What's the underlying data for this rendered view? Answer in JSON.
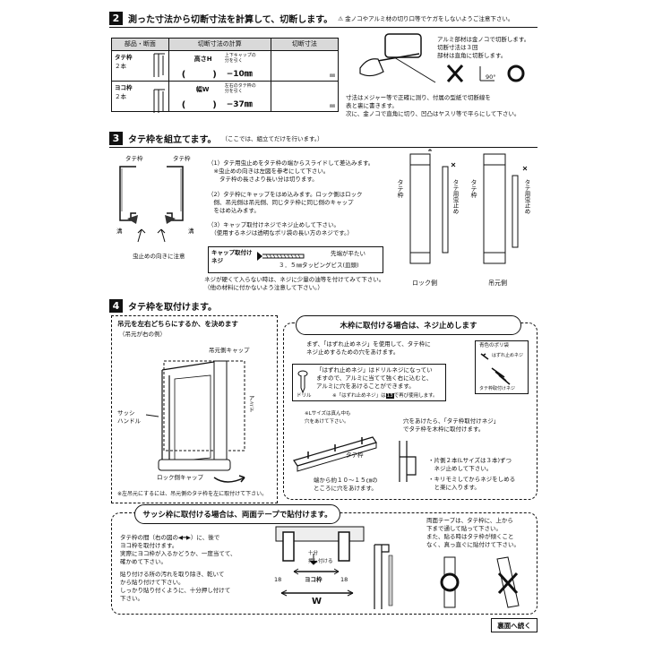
{
  "s2": {
    "num": "2",
    "title": "測った寸法から切断寸法を計算して、切断します。",
    "note": "⚠ 金ノコやアルミ材の切り口等でケガをしないようご注意下さい。",
    "table": {
      "headers": [
        "部品・断面",
        "切断寸法の計算",
        "切断寸法"
      ],
      "rows": [
        {
          "part": "タテ枠",
          "qty": "２本",
          "hint": "上下キャップの\n分を引く",
          "dim": "高さH",
          "paren": "(　　　)",
          "formula": "−10㎜",
          "unit": "㎜"
        },
        {
          "part": "ヨコ枠",
          "qty": "２本",
          "hint": "左右のタテ枠の\n分を引く",
          "dim": "幅W",
          "paren": "(　　　)",
          "formula": "−37㎜",
          "unit": "㎜"
        }
      ]
    },
    "right_note": "アルミ部材は金ノコで切断します。\n切断寸法は３回\n部材は直角に切断します。",
    "angle": "90°",
    "bottom_note": "寸法はメジャー等で正確に測り、付属の型紙で切断線を\n表と裏に書きます。\n次に、金ノコで直角に切り、凹凸はヤスリ等で平らにして下さい。"
  },
  "s3": {
    "num": "3",
    "title": "タテ枠を組立てます。",
    "note": "（ここでは、組立てだけを行います。）",
    "frame_label": "タテ枠",
    "groove": "溝",
    "direction_note": "虫止めの向きに注意",
    "step1": "（1）タテ用虫止めをタテ枠の端からスライドして差込みます。\n　※虫止めの向きは左図を参考にして下さい。\n　　タテ枠の長さより長い分は切ります。",
    "step2": "（2）タテ枠にキャップをはめ込みます。ロック側はロック\n　側、吊元側は吊元側、同じタテ枠に同じ側のキャップ\n　をはめ込みます。",
    "step3": "（3）キャップ取付けネジでネジ止めして下さい。\n　（使用するネジは透明なポリ袋の長い方のネジです。）",
    "screw_label": "キャップ取付け\nネジ",
    "screw_tip": "先端が平たい",
    "screw_spec": "３．５㎜タッピングビス(皿頭)",
    "warn": "ネジが硬くて入らない時は、ネジに少量の油等を付けてみて下さい。\n（他の材料に付かないよう注意して下さい。）",
    "lbl_frame": "タテ枠",
    "lbl_bug": "タテ用虫止め",
    "lock_side": "ロック側",
    "hinge_side": "吊元側"
  },
  "s4": {
    "num": "4",
    "title": "タテ枠を取付けます。",
    "panel_a": {
      "title": "吊元を左右どちらにするか、を決めます",
      "sub": "（吊元が右の例）",
      "hinge_cap": "吊元側キャップ",
      "sash_handle": "サッシ\nハンドル",
      "screen": "アミド",
      "lock_cap": "ロック側キャップ",
      "note": "※左吊元にするには、吊元側のタテ枠を左に取付けて下さい。"
    },
    "panel_b": {
      "title": "木枠に取付ける場合は、ネジ止めします",
      "intro": "まず、「はずれ止めネジ」を使用して、タテ枠に\nネジ止めするための穴をあけます。",
      "drill_note": "「はずれ止めネジ」はドリルネジになってい\nますので、アルミに当てて強く右に込むと、\nアルミに穴をあけることができます。",
      "drill": "ドリル",
      "ref_note": "※「はずれ止めネジ」は",
      "ref_step": "13",
      "ref_tail": "で再び使用します。",
      "bag": "青色のポリ袋",
      "bag_screw1": "はずれ止めネジ",
      "bag_screw2": "タテ枠取付けネジ",
      "size_note": "※Lサイズは真ん中も\n穴をあけて下さい。",
      "frame": "タテ枠",
      "end_note": "端から約１０～１５㎝の\nところに穴をあけます。",
      "fix_note": "穴をあけたら、「タテ枠取付けネジ」\nでタテ枠を木枠に取付けます。",
      "bullet1": "・片側２本(Lサイズは３本)ずつ\n　ネジ止めして下さい。",
      "bullet2": "・キリモミしてからネジをしめる\n　と楽に入ります。"
    },
    "panel_c": {
      "title": "サッシ枠に取付ける場合は、両面テープで貼付けます。",
      "left_text1": "タテ枠の間（右の図の",
      "left_text2": "）に、後で\nヨコ枠を取付けます。\n実際にヨコ枠が入るかどうか、一度当てて、\n確かめて下さい。",
      "left_text3": "貼り付ける所の汚れを取り除き、乾いて\nから貼り付けて下さい。\nしっかり貼り付くように、十分押し付けて\n下さい。",
      "dim18a": "18",
      "dim18b": "18",
      "yoko": "ヨコ枠",
      "press": "十分\n押し付ける",
      "W": "W",
      "tape_note": "両面テープは、タテ枠に、上から\n下まで通して貼って下さい。\nまた、貼る時はタテ枠が傾くこと\nなく、真っ直ぐに貼付けて下さい。",
      "ok": "○",
      "ng": "×"
    },
    "next": "裏面へ続く"
  }
}
